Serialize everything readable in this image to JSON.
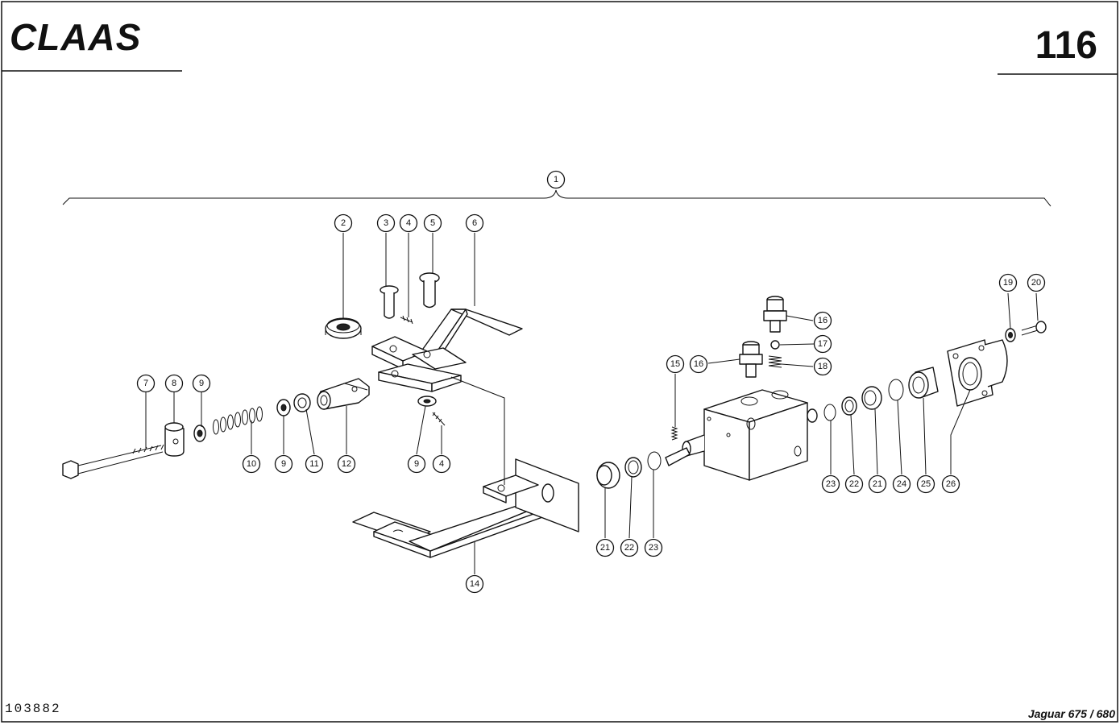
{
  "header": {
    "brand": "CLAAS",
    "page_number": "116"
  },
  "footer": {
    "drawing_number": "103882",
    "model": "Jaguar 675 / 680"
  },
  "callouts": [
    {
      "id": "c1",
      "label": "1"
    },
    {
      "id": "c2",
      "label": "2"
    },
    {
      "id": "c3",
      "label": "3"
    },
    {
      "id": "c4a",
      "label": "4"
    },
    {
      "id": "c5",
      "label": "5"
    },
    {
      "id": "c6",
      "label": "6"
    },
    {
      "id": "c7",
      "label": "7"
    },
    {
      "id": "c8",
      "label": "8"
    },
    {
      "id": "c9a",
      "label": "9"
    },
    {
      "id": "c10",
      "label": "10"
    },
    {
      "id": "c9b",
      "label": "9"
    },
    {
      "id": "c11",
      "label": "11"
    },
    {
      "id": "c12",
      "label": "12"
    },
    {
      "id": "c9c",
      "label": "9"
    },
    {
      "id": "c4b",
      "label": "4"
    },
    {
      "id": "c14",
      "label": "14"
    },
    {
      "id": "c21a",
      "label": "21"
    },
    {
      "id": "c22a",
      "label": "22"
    },
    {
      "id": "c23a",
      "label": "23"
    },
    {
      "id": "c15",
      "label": "15"
    },
    {
      "id": "c16a",
      "label": "16"
    },
    {
      "id": "c16b",
      "label": "16"
    },
    {
      "id": "c17",
      "label": "17"
    },
    {
      "id": "c18",
      "label": "18"
    },
    {
      "id": "c19",
      "label": "19"
    },
    {
      "id": "c20",
      "label": "20"
    },
    {
      "id": "c23b",
      "label": "23"
    },
    {
      "id": "c22b",
      "label": "22"
    },
    {
      "id": "c21b",
      "label": "21"
    },
    {
      "id": "c24",
      "label": "24"
    },
    {
      "id": "c25",
      "label": "25"
    },
    {
      "id": "c26",
      "label": "26"
    }
  ]
}
